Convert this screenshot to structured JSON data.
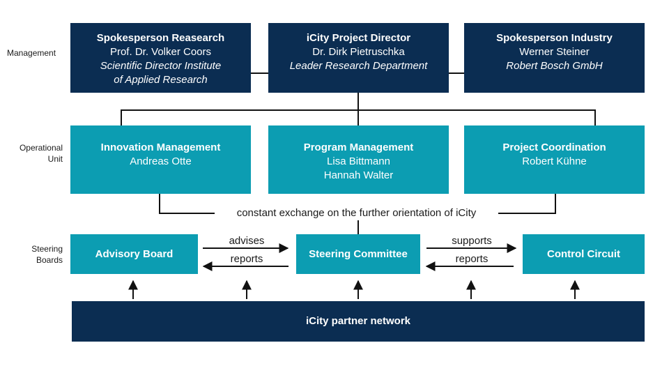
{
  "row_labels": {
    "management": "Management",
    "operational": [
      "Operational",
      "Unit"
    ],
    "steering": [
      "Steering",
      "Boards"
    ]
  },
  "management": {
    "research": {
      "title": "Spokesperson Reasearch",
      "name": "Prof. Dr. Volker Coors",
      "role": [
        "Scientific Director Institute",
        "of Applied Research"
      ]
    },
    "director": {
      "title": "iCity Project Director",
      "name": "Dr. Dirk Pietruschka",
      "role": [
        "Leader Research Department"
      ]
    },
    "industry": {
      "title": "Spokesperson Industry",
      "name": "Werner Steiner",
      "role": [
        "Robert Bosch GmbH"
      ]
    }
  },
  "operational": {
    "innovation": {
      "title": "Innovation Management",
      "names": [
        "Andreas Otte"
      ]
    },
    "program": {
      "title": "Program Management",
      "names": [
        "Lisa Bittmann",
        "Hannah Walter"
      ]
    },
    "coordination": {
      "title": "Project Coordination",
      "names": [
        "Robert Kühne"
      ]
    }
  },
  "exchange_label": "constant exchange on the further orientation of iCity",
  "steering": {
    "advisory": "Advisory Board",
    "committee": "Steering Committee",
    "control": "Control Circuit"
  },
  "edges": {
    "advises": "advises",
    "reports_left": "reports",
    "supports": "supports",
    "reports_right": "reports"
  },
  "partner_network": "iCity partner network",
  "colors": {
    "navy": "#0b2d52",
    "teal": "#0c9db2"
  }
}
